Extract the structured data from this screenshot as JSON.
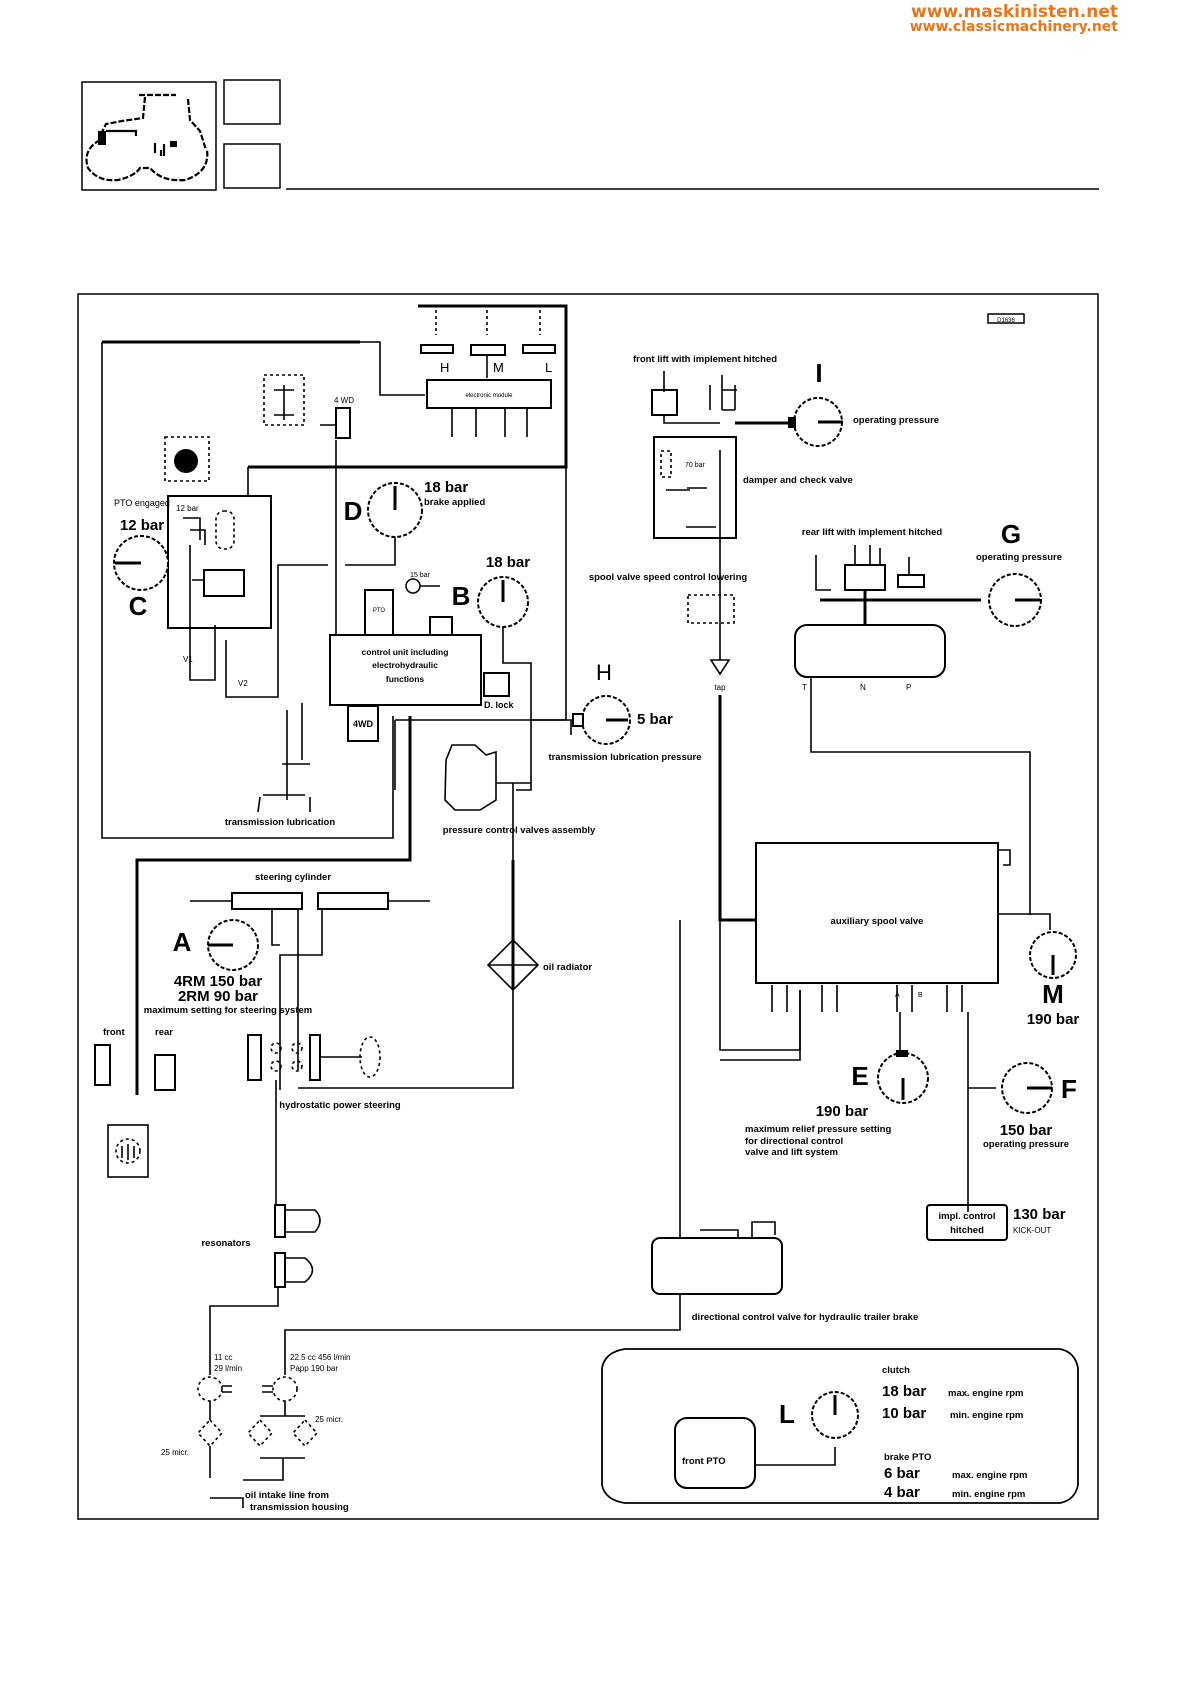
{
  "watermark": {
    "line1": "www.maskinisten.net",
    "line2": "www.classicmachinery.net"
  },
  "header": {
    "icon": "tractor-icon",
    "box1": "",
    "box2": ""
  },
  "diagram": {
    "tag": "D1636",
    "solenoids": {
      "H": "H",
      "M": "M",
      "L": "L",
      "module_label": "electronic module"
    },
    "fourwd_label": "4 WD",
    "gauges": {
      "A": {
        "letter": "A",
        "line1": "4RM 150 bar",
        "line2": "2RM 90 bar",
        "desc": "maximum setting for steering system"
      },
      "B": {
        "letter": "B",
        "value": "18 bar",
        "aux": "15 bar"
      },
      "C": {
        "letter": "C",
        "title": "PTO engaged",
        "value": "12 bar",
        "inner": "12 bar"
      },
      "D": {
        "letter": "D",
        "value": "18 bar",
        "desc": "brake applied"
      },
      "E": {
        "letter": "E",
        "value": "190 bar",
        "desc1": "maximum relief pressure setting",
        "desc2": "for directional control",
        "desc3": "valve and lift system"
      },
      "F": {
        "letter": "F",
        "value": "150 bar",
        "desc": "operating pressure"
      },
      "G": {
        "letter": "G",
        "desc": "operating pressure"
      },
      "H": {
        "letter": "H",
        "value": "5 bar",
        "desc": "transmission lubrication pressure"
      },
      "I": {
        "letter": "I",
        "desc": "operating pressure"
      },
      "L": {
        "letter": "L"
      },
      "M": {
        "letter": "M",
        "value": "190 bar"
      }
    },
    "components": {
      "control_unit": [
        "control unit including",
        "electrohydraulic",
        "functions"
      ],
      "pto_block": "PTO",
      "fourwd_block": "4WD",
      "difflock": "D. lock",
      "transmission_lubrication": "transmission lubrication",
      "pressure_control": "pressure control valves assembly",
      "front_lift": "front lift with implement hitched",
      "damper": "damper and check valve",
      "damper_pressure": "70 bar",
      "spool_speed": "spool valve speed control lowering",
      "tap": "tap",
      "rear_lift": "rear lift with implement hitched",
      "steering_cylinder": "steering cylinder",
      "oil_radiator": "oil radiator",
      "front": "front",
      "rear": "rear",
      "hydrostatic": "hydrostatic power steering",
      "resonators": "resonators",
      "aux_spool": "auxiliary spool valve",
      "impl_control": [
        "impl. control",
        "hitched"
      ],
      "kickout_value": "130 bar",
      "kickout_label": "KICK-OUT",
      "directional_valve": "directional control valve for hydraulic trailer brake",
      "pump1": [
        "11 cc",
        "29 l/min"
      ],
      "pump2": [
        "22.5 cc 456 l/min",
        "Papp 190 bar"
      ],
      "filter_left": "25 micr.",
      "filter_right": "25 micr.",
      "oil_intake": [
        "oil intake line from",
        "transmission housing"
      ],
      "front_pto": "front PTO",
      "v1": "V1",
      "v2": "V2",
      "ports": {
        "T": "T",
        "N": "N",
        "P": "P",
        "A": "A",
        "B": "B"
      }
    },
    "legend_box": {
      "clutch_label": "clutch",
      "clutch_rows": [
        {
          "value": "18 bar",
          "desc": "max. engine rpm"
        },
        {
          "value": "10 bar",
          "desc": "min. engine rpm"
        }
      ],
      "brake_label": "brake PTO",
      "brake_rows": [
        {
          "value": "6 bar",
          "desc": "max. engine rpm"
        },
        {
          "value": "4 bar",
          "desc": "min. engine rpm"
        }
      ]
    }
  }
}
